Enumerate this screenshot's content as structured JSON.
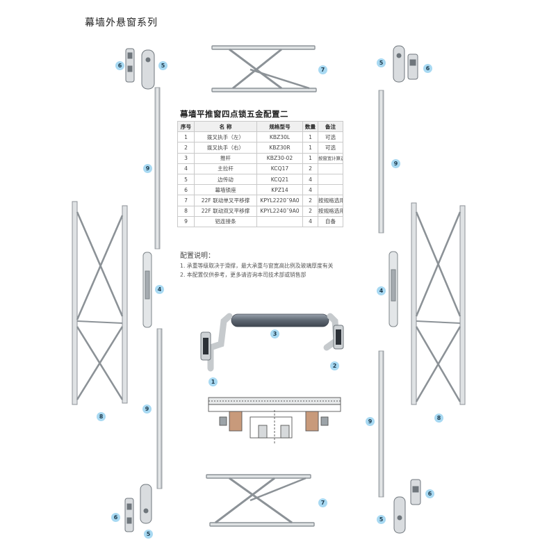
{
  "page_title": "幕墙外悬窗系列",
  "table": {
    "title": "幕墙平推窗四点锁五金配置二",
    "headers": [
      "序号",
      "名 称",
      "规格型号",
      "数量",
      "备注"
    ],
    "rows": [
      [
        "1",
        "拨叉执手（左）",
        "KBZ30L",
        "1",
        "可选"
      ],
      [
        "2",
        "拨叉执手（右）",
        "KBZ30R",
        "1",
        "可选"
      ],
      [
        "3",
        "推杆",
        "KBZ30-02",
        "1",
        "按窗宽计算选用"
      ],
      [
        "4",
        "主拉杆",
        "KCQ17",
        "2",
        ""
      ],
      [
        "5",
        "边传动",
        "KCQ21",
        "4",
        ""
      ],
      [
        "6",
        "幕墙锁座",
        "KPZ14",
        "4",
        ""
      ],
      [
        "7",
        "22F 联动单叉平移撑",
        "KPYL2220˜9A0",
        "2",
        "按规格选用"
      ],
      [
        "8",
        "22F 联动双叉平移撑",
        "KPYL2240˜9A0",
        "2",
        "按规格选用"
      ],
      [
        "9",
        "铝连接条",
        "",
        "4",
        "自备"
      ]
    ]
  },
  "notes": {
    "title": "配置说明：",
    "items": [
      "1. 承重等级取决于滑撑，最大承重与窗宽高比例及玻璃厚度有关",
      "2. 本配置仅供参考，更多请咨询本司技术部或销售部"
    ]
  },
  "callouts": {
    "c1": "1",
    "c2": "2",
    "c3": "3",
    "c4": "4",
    "c5": "5",
    "c6": "6",
    "c7": "7",
    "c8": "8",
    "c9": "9"
  },
  "colors": {
    "callout_bg": "#a8d9f2",
    "metal": "#cfd3d6",
    "metal_dark": "#8c9297",
    "rod_dark": "#6b7480"
  }
}
